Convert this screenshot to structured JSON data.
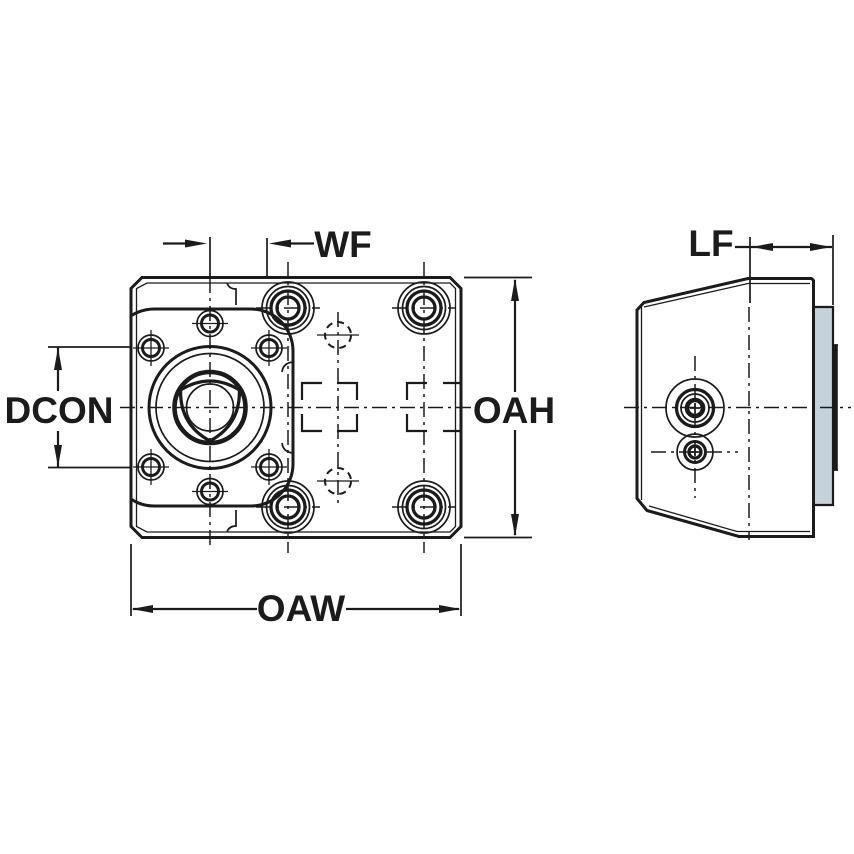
{
  "drawing": {
    "kind": "technical-dimension-drawing",
    "views": {
      "front": "front-view",
      "side": "side-view"
    },
    "dimensions": {
      "wf": "WF",
      "lf": "LF",
      "dcon": "DCON",
      "oah": "OAH",
      "oaw": "OAW"
    },
    "colors": {
      "part_fill": "#c4d2db",
      "line": "#1b1b1b",
      "background": "#ffffff"
    }
  }
}
